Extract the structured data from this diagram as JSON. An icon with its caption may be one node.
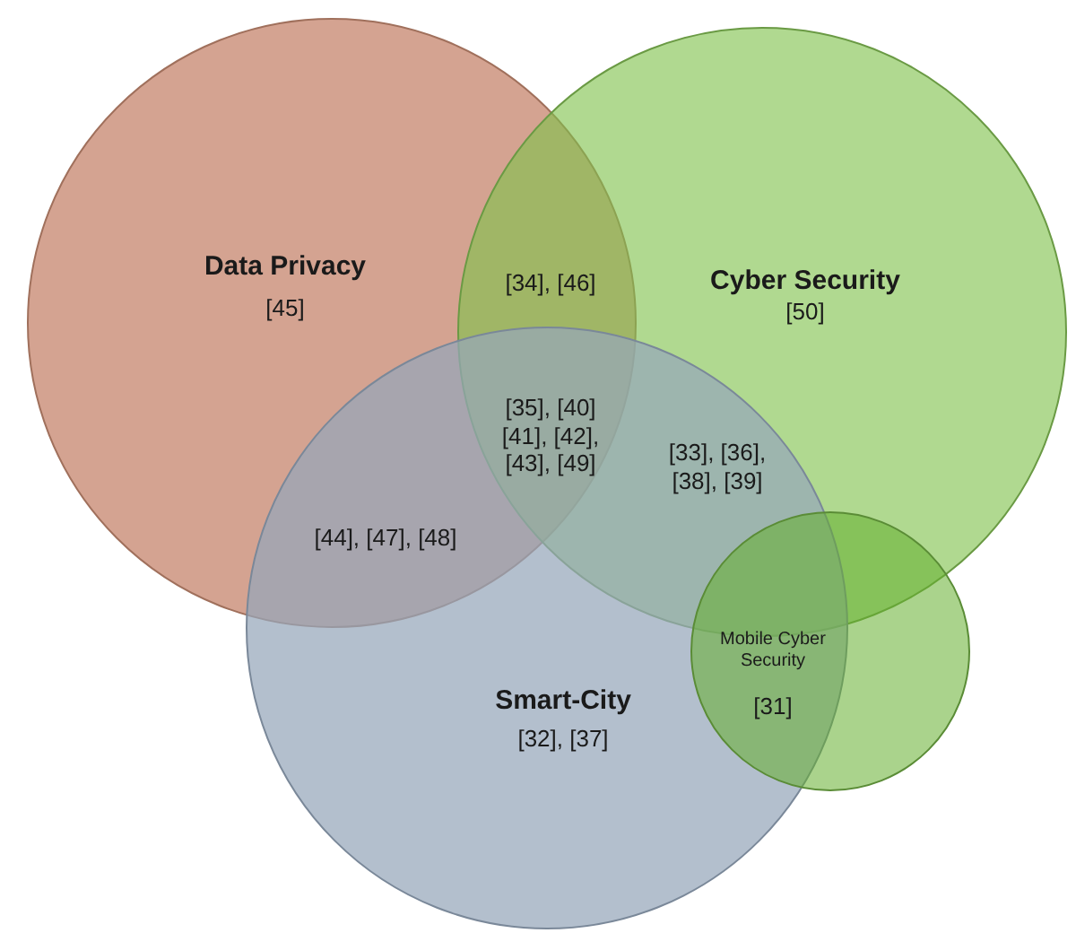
{
  "diagram": {
    "nodes": [
      {
        "text": [
          "Data Privacy",
          "[45]"
        ]
      },
      {
        "text": [
          "Cyber Security",
          "[50]"
        ]
      },
      {
        "text": [
          "Smart-City",
          "[32], [37]"
        ]
      },
      {
        "text": [
          "Mobile Cyber Security",
          "[31]"
        ]
      }
    ],
    "labels": [
      "[34], [46]",
      "[35], [40] [41], [42], [43], [49]",
      "[33], [36], [38], [39]",
      "[44], [47], [48]"
    ]
  }
}
